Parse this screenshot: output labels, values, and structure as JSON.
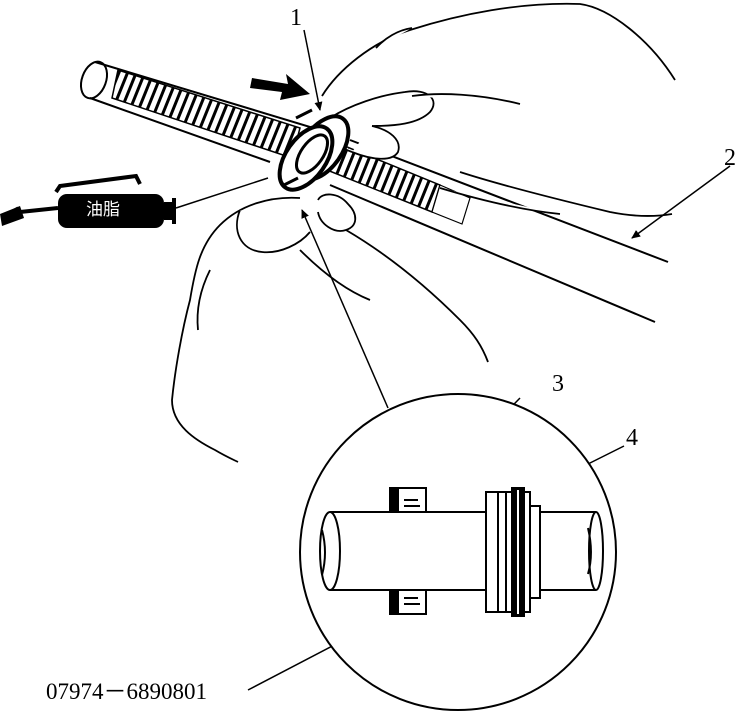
{
  "callouts": {
    "one": "1",
    "two": "2",
    "three": "3",
    "four": "4"
  },
  "grease_gun_label": "油脂",
  "part_code": "07974－6890801",
  "colors": {
    "ink": "#000000",
    "paper": "#ffffff"
  }
}
